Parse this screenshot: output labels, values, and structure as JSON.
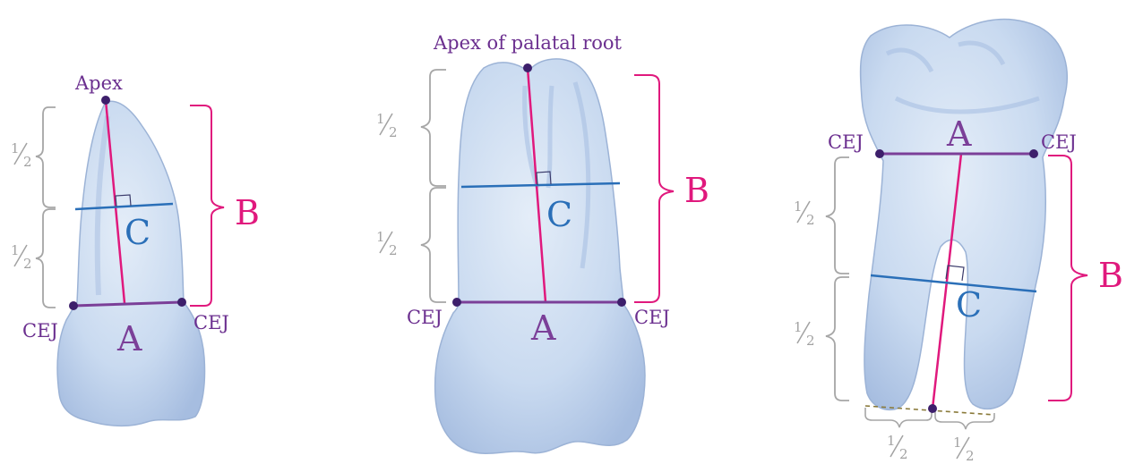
{
  "colors": {
    "tooth_fill": "#c9daf0",
    "tooth_shade": "#a9c0e2",
    "tooth_outline": "#8fa7cc",
    "axis_line": "#e0197d",
    "cej_line": "#7b3f98",
    "bisect_line": "#2a6fb8",
    "bracket_gray": "#a6a6a6",
    "bracket_pink": "#e0197d",
    "label_purple": "#6b2f8f",
    "label_blue": "#2a6fb8",
    "label_pink": "#e0197d",
    "dot": "#3d1f6b",
    "dashed": "#8a7a3a"
  },
  "figures": [
    {
      "apex_label": "Apex",
      "cej_left": "CEJ",
      "cej_right": "CEJ",
      "letter_a": "A",
      "letter_b": "B",
      "letter_c": "C",
      "half_top": {
        "num": "1",
        "den": "2"
      },
      "half_bottom": {
        "num": "1",
        "den": "2"
      }
    },
    {
      "apex_label": "Apex of palatal root",
      "cej_left": "CEJ",
      "cej_right": "CEJ",
      "letter_a": "A",
      "letter_b": "B",
      "letter_c": "C",
      "half_top": {
        "num": "1",
        "den": "2"
      },
      "half_bottom": {
        "num": "1",
        "den": "2"
      }
    },
    {
      "cej_left": "CEJ",
      "cej_right": "CEJ",
      "letter_a": "A",
      "letter_b": "B",
      "letter_c": "C",
      "half_top": {
        "num": "1",
        "den": "2"
      },
      "half_bottom": {
        "num": "1",
        "den": "2"
      },
      "half_left_base": {
        "num": "1",
        "den": "2"
      },
      "half_right_base": {
        "num": "1",
        "den": "2"
      }
    }
  ]
}
